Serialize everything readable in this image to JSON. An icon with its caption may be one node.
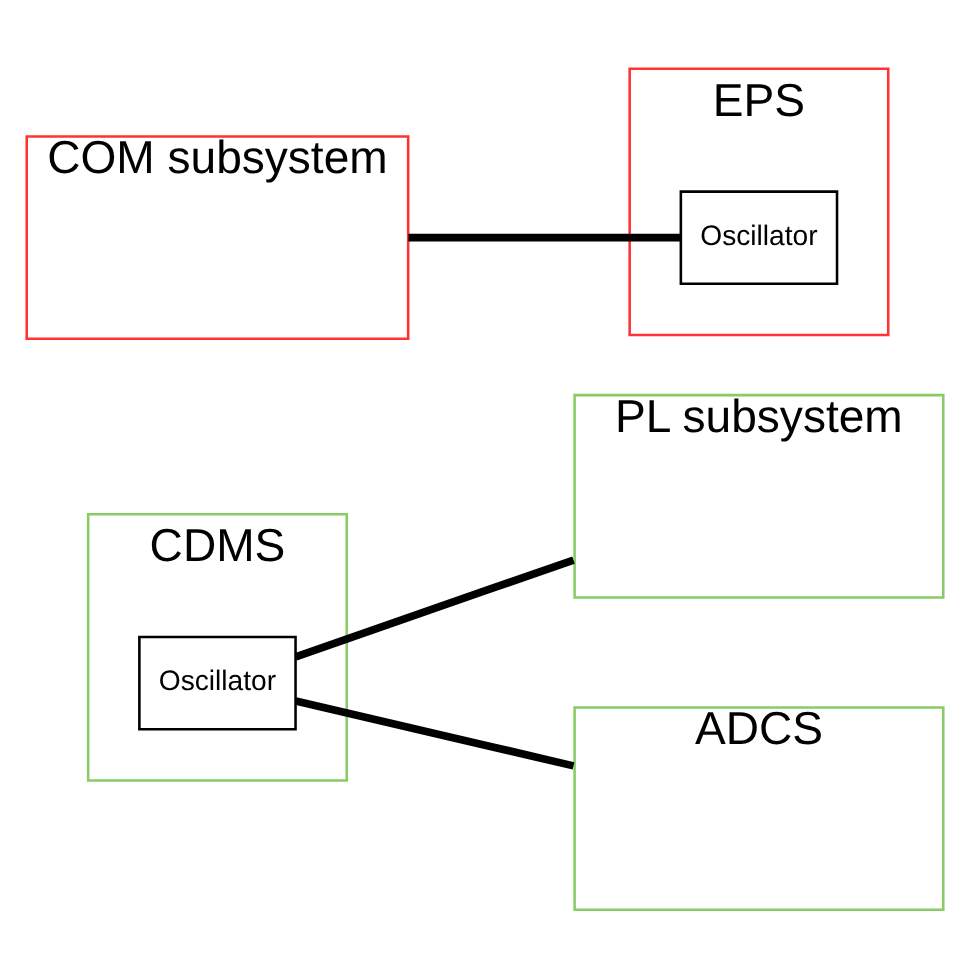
{
  "diagram": {
    "nodes": [
      {
        "text": [
          "CDMS"
        ]
      },
      {
        "text": [
          "Oscillator"
        ],
        "in": 0
      },
      {
        "text": [
          "PL subsystem"
        ]
      },
      {
        "text": [
          "COM subsystem"
        ]
      },
      {
        "text": [
          "ADCS"
        ]
      },
      {
        "text": [
          "EPS"
        ]
      },
      {
        "text": [
          "Oscillator"
        ],
        "in": 5
      }
    ],
    "edges": [
      {
        "from": 1,
        "to": 2,
        "arrow": "none"
      },
      {
        "from": 1,
        "to": 4,
        "arrow": "none"
      },
      {
        "from": 3,
        "to": 6,
        "arrow": "none"
      }
    ]
  }
}
